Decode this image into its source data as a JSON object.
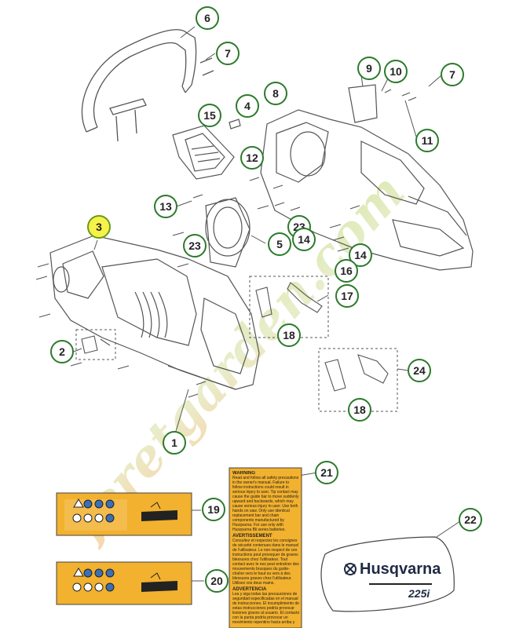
{
  "diagram": {
    "callouts": [
      "6",
      "7",
      "9",
      "10",
      "7",
      "8",
      "4",
      "15",
      "11",
      "12",
      "13",
      "3",
      "23",
      "5",
      "23",
      "14",
      "14",
      "16",
      "17",
      "18",
      "2",
      "24",
      "18",
      "1",
      "21",
      "19",
      "22",
      "20"
    ],
    "highlighted_callout": "3",
    "watermark_text": "feretgarden.com"
  },
  "labels": {
    "warning_title": "WARNING",
    "warning_body": "Read and follow all safety precautions in the owner's manual. Failure to follow instructions could result in serious injury to user. Tip contact may cause the guide bar to move suddenly upward and backwards, which may cause serious injury to user. Use both hands on saw. Only use identical replacement bar and chain components manufactured by Husqvarna. For use only with Husqvarna Bli series batteries.",
    "avertissement_title": "AVERTISSEMENT",
    "avertissement_body": "Consultez et respectez les consignes de sécurité contenues dans le manuel de l'utilisateur. Le non-respect de ces instructions peut provoquer de graves blessures chez l'utilisateur. Tout contact avec le nez peut entraîner des mouvements brusques du guide-chaîne vers le haut ou vers à des blessures graves chez l'utilisateur. Utilisez vos deux mains.",
    "advertencia_title": "ADVERTENCIA",
    "advertencia_body": "Lea y siga todas las precauciones de seguridad especificadas en el manual de instrucciones. El incumplimiento de estas instrucciones podría provocar lesiones graves al usuario. El contacto con la punta podría provocar un movimiento repentino hacia arriba y hacia atrás de la espada, que podría causar graves lesiones personales. Use ambas manos.",
    "brand": "Husqvarna",
    "model": "225i"
  }
}
